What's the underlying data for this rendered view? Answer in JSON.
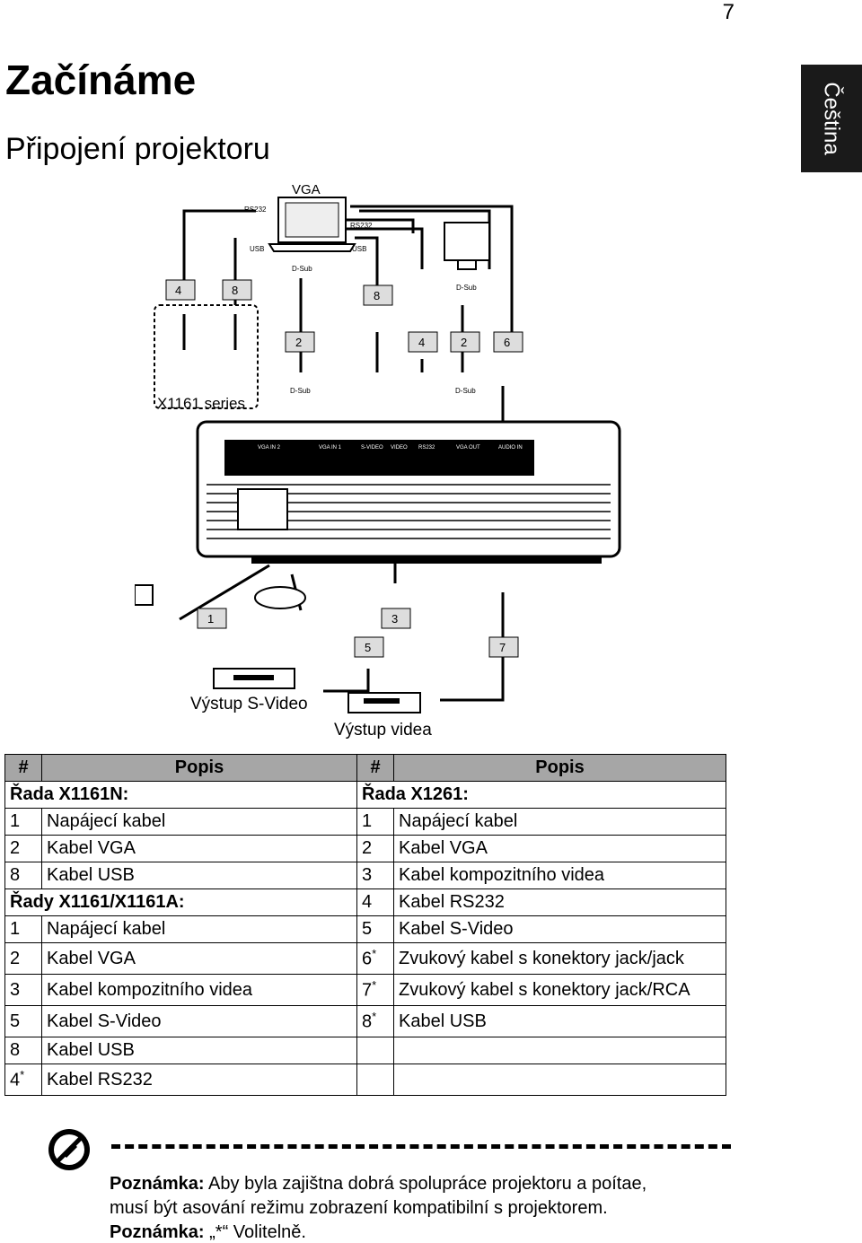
{
  "page_number": "7",
  "language_tab": "Čeština",
  "title": "Začínáme",
  "section_title": "Připojení projektoru",
  "diagram": {
    "vga": "VGA",
    "rs232": "RS232",
    "usb": "USB",
    "dsub": "D-Sub",
    "model": "X1161 series",
    "callouts": [
      "4",
      "8",
      "8",
      "2",
      "4",
      "2",
      "6",
      "1",
      "3",
      "5",
      "7"
    ],
    "ports": [
      "VGA IN 2",
      "VGA IN 1",
      "S-VIDEO",
      "VIDEO",
      "RS232",
      "VGA OUT",
      "AUDIO IN"
    ],
    "svideo_out": "Výstup S-Video",
    "video_out": "Výstup videa"
  },
  "table": {
    "header": {
      "num1": "#",
      "desc1": "Popis",
      "num2": "#",
      "desc2": "Popis"
    },
    "rows": [
      {
        "l_num": "",
        "l_text": "Řada X1161N:",
        "l_bold": true,
        "r_num": "",
        "r_text": "Řada X1261:",
        "r_bold": true
      },
      {
        "l_num": "1",
        "l_text": "Napájecí kabel",
        "r_num": "1",
        "r_text": "Napájecí kabel"
      },
      {
        "l_num": "2",
        "l_text": "Kabel VGA",
        "r_num": "2",
        "r_text": "Kabel VGA"
      },
      {
        "l_num": "8",
        "l_text": "Kabel USB",
        "r_num": "3",
        "r_text": "Kabel kompozitního videa"
      },
      {
        "l_num": "",
        "l_text": "Řady X1161/X1161A:",
        "l_bold": true,
        "r_num": "4",
        "r_text": "Kabel RS232"
      },
      {
        "l_num": "1",
        "l_text": "Napájecí kabel",
        "r_num": "5",
        "r_text": "Kabel S-Video"
      },
      {
        "l_num": "2",
        "l_text": "Kabel VGA",
        "r_num": "6",
        "r_star": "*",
        "r_text": "Zvukový kabel s konektory jack/jack"
      },
      {
        "l_num": "3",
        "l_text": "Kabel kompozitního videa",
        "r_num": "7",
        "r_star": "*",
        "r_text": "Zvukový kabel s konektory jack/RCA"
      },
      {
        "l_num": "5",
        "l_text": "Kabel S-Video",
        "r_num": "8",
        "r_star": "*",
        "r_text": "Kabel USB"
      },
      {
        "l_num": "8",
        "l_text": "Kabel USB",
        "r_num": "",
        "r_text": ""
      },
      {
        "l_num": "4",
        "l_star": "*",
        "l_text": "Kabel RS232",
        "r_num": "",
        "r_text": ""
      }
    ]
  },
  "notes": {
    "note1_label": "Poznámka:",
    "note1_text": " Aby byla zajištna dobrá spolupráce projektoru a poítae,",
    "note1_text2": "musí být asování režimu zobrazení kompatibilní s projektorem.",
    "note2_label": "Poznámka:",
    "note2_text": " „*“ Volitelně."
  }
}
